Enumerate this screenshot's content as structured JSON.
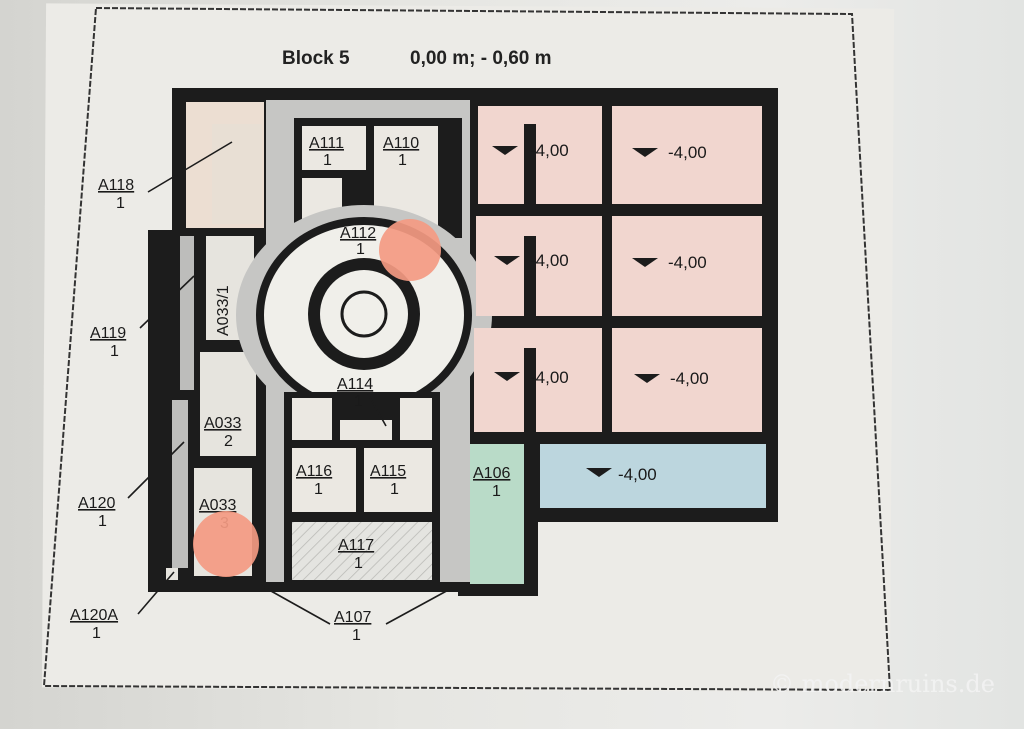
{
  "header": {
    "block": "Block 5",
    "elevation": "0,00 m; - 0,60 m"
  },
  "rooms": {
    "a111": {
      "code": "A111",
      "num": "1"
    },
    "a110": {
      "code": "A110",
      "num": "1"
    },
    "a112": {
      "code": "A112",
      "num": "1"
    },
    "a114": {
      "code": "A114",
      "num": "1"
    },
    "a0331": {
      "code": "A033/1"
    },
    "a0332": {
      "code": "A033",
      "num": "2"
    },
    "a0333": {
      "code": "A033",
      "num": "3"
    },
    "a116": {
      "code": "A116",
      "num": "1"
    },
    "a115": {
      "code": "A115",
      "num": "1"
    },
    "a117": {
      "code": "A117",
      "num": "1"
    },
    "a106": {
      "code": "A106",
      "num": "1"
    },
    "a118": {
      "code": "A118",
      "num": "1"
    },
    "a119": {
      "code": "A119",
      "num": "1"
    },
    "a120": {
      "code": "A120",
      "num": "1"
    },
    "a120a": {
      "code": "A120A",
      "num": "1"
    },
    "a107": {
      "code": "A107",
      "num": "1"
    }
  },
  "levels": [
    "-4,00",
    "-4,00",
    "-4,00",
    "-4,00",
    "-4,00",
    "-4,00",
    "-4,00"
  ],
  "colors": {
    "pink": "#f1d6cf",
    "green": "#b9dbc8",
    "blue": "#bcd6de",
    "wall": "#1c1c1c",
    "corridor": "#c6c6c4",
    "marker": "#f49a82"
  },
  "watermark": "© modernruins.de"
}
